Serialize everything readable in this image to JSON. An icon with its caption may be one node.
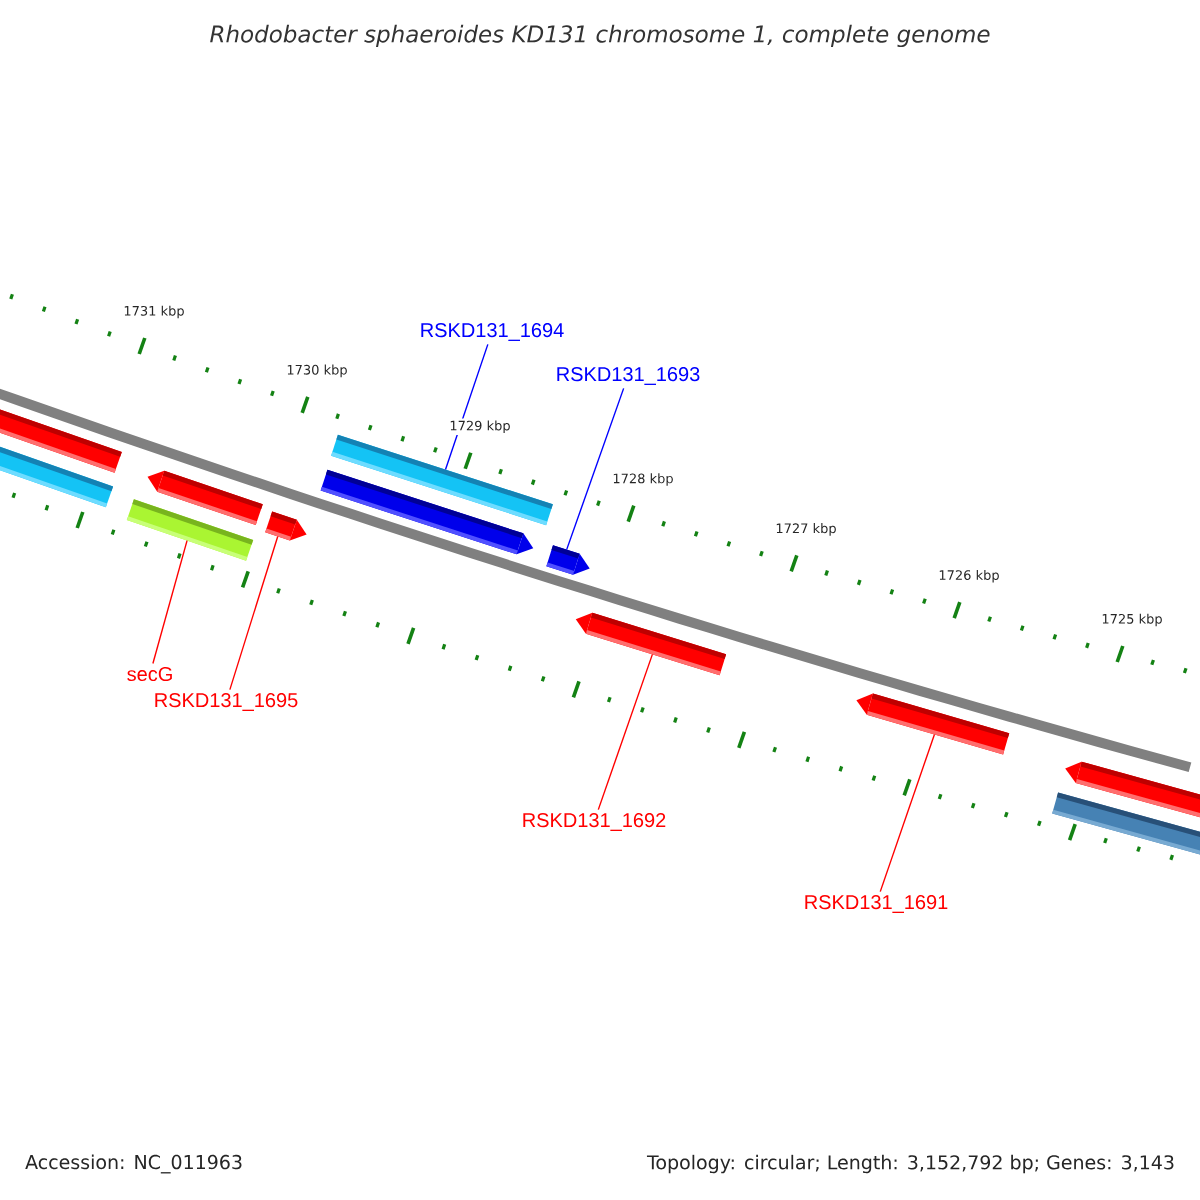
{
  "diagram": {
    "title": "Rhodobacter sphaeroides KD131 chromosome 1, complete genome",
    "nodes": [
      {
        "text": [
          "secG"
        ]
      },
      {
        "text": [
          "RSKD131_1695"
        ]
      },
      {
        "text": [
          "RSKD131_1694"
        ]
      },
      {
        "text": [
          "RSKD131_1693"
        ]
      },
      {
        "text": [
          "RSKD131_1692"
        ]
      },
      {
        "text": [
          "RSKD131_1691"
        ]
      },
      {
        "text": [],
        "shape": "bar"
      },
      {
        "text": [],
        "shape": "bar"
      },
      {
        "text": [],
        "shape": "bar"
      },
      {
        "text": [],
        "shape": "bar"
      },
      {
        "text": [],
        "shape": "bar"
      },
      {
        "text": [],
        "shape": "bar"
      },
      {
        "text": [],
        "shape": "bar"
      },
      {
        "text": [],
        "shape": "bar"
      },
      {
        "text": [],
        "shape": "bar"
      },
      {
        "text": [],
        "shape": "bar"
      },
      {
        "text": [],
        "shape": "bar"
      },
      {
        "text": [],
        "shape": "bar"
      }
    ],
    "edges": [
      {
        "from": 0,
        "to": 8,
        "arrow": "none"
      },
      {
        "from": 1,
        "to": 10,
        "arrow": "none"
      },
      {
        "from": 2,
        "to": 12,
        "arrow": "none",
        "color": "#0000ff"
      },
      {
        "from": 3,
        "to": 13,
        "arrow": "none",
        "color": "#0000ff"
      },
      {
        "from": 4,
        "to": 14,
        "arrow": "none"
      },
      {
        "from": 5,
        "to": 15,
        "arrow": "none"
      }
    ],
    "labels": [
      "1731 kbp",
      "1730 kbp",
      "1729 kbp",
      "1728 kbp",
      "1727 kbp",
      "1726 kbp",
      "1725 kbp",
      "Accession: NC_011963",
      "Topology: circular; Length: 3,152,792 bp; Genes: 3,143"
    ]
  }
}
